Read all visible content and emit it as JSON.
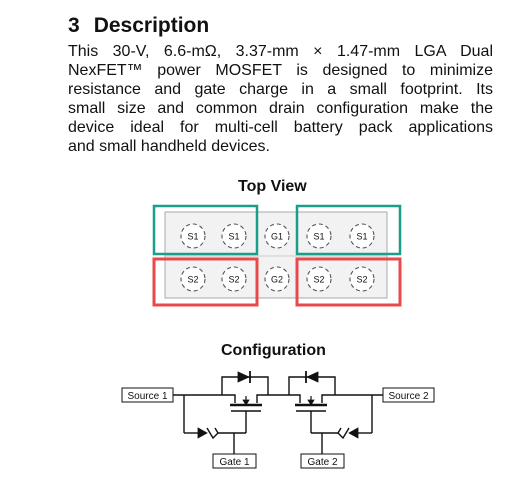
{
  "section": {
    "number": "3",
    "title": "Description"
  },
  "description_lines": [
    "This 30-V, 6.6-mΩ, 3.37-mm × 1.47-mm LGA Dual",
    "NexFET™ power MOSFET is designed to minimize",
    "resistance and gate charge in a small footprint. Its",
    "small size and common drain configuration make the",
    "device ideal for multi-cell battery pack applications",
    "and small handheld devices."
  ],
  "top_view": {
    "caption": "Top View",
    "row1_pins": [
      "S1",
      "S1",
      "G1",
      "S1",
      "S1"
    ],
    "row2_pins": [
      "S2",
      "S2",
      "G2",
      "S2",
      "S2"
    ],
    "source1_group_color": "#1a9e8a",
    "source2_group_color": "#e8494a"
  },
  "configuration": {
    "caption": "Configuration",
    "labels": {
      "source1": "Source 1",
      "source2": "Source 2",
      "gate1": "Gate 1",
      "gate2": "Gate 2"
    }
  }
}
